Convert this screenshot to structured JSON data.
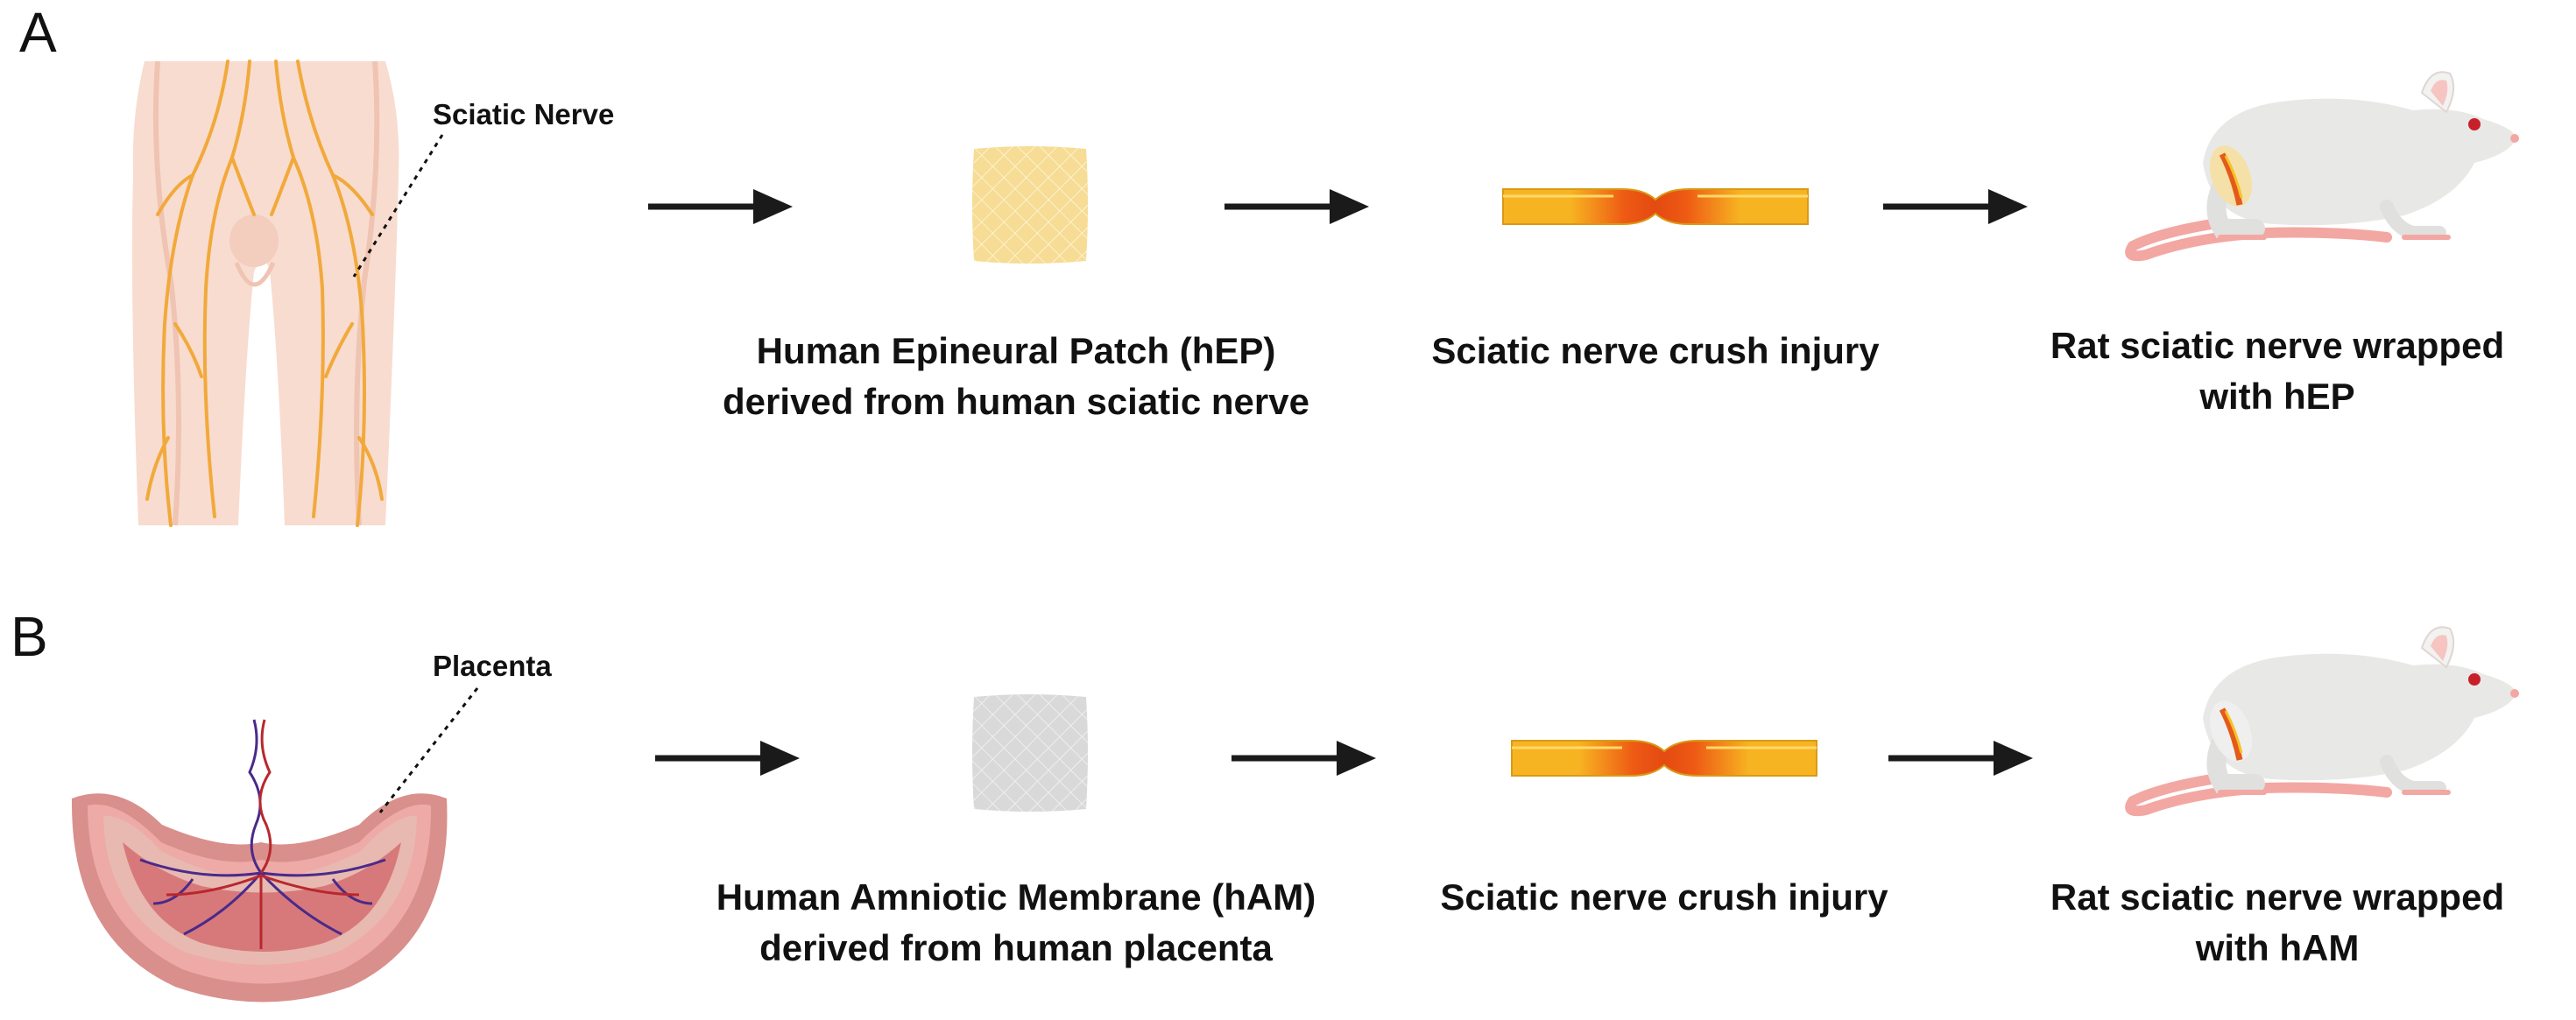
{
  "panel_a": {
    "letter": "A",
    "source_label": "Sciatic Nerve",
    "step1_line1": "Human Epineural Patch (hEP)",
    "step1_line2": "derived from human sciatic nerve",
    "step2": "Sciatic nerve crush injury",
    "step3_line1": "Rat sciatic nerve wrapped",
    "step3_line2": "with hEP",
    "patch_color": "#f6dc94"
  },
  "panel_b": {
    "letter": "B",
    "source_label": "Placenta",
    "step1_line1": "Human Amniotic Membrane (hAM)",
    "step1_line2": "derived from human placenta",
    "step2": "Sciatic nerve crush injury",
    "step3_line1": "Rat sciatic nerve wrapped",
    "step3_line2": "with hAM",
    "patch_color": "#d9d9d9"
  },
  "icons": {
    "legs": "human-legs-sciatic-nerve-icon",
    "placenta": "placenta-icon",
    "patch": "mesh-patch-icon",
    "nerve": "crushed-nerve-icon",
    "rat": "rat-icon",
    "arrow": "arrow-right-icon"
  }
}
